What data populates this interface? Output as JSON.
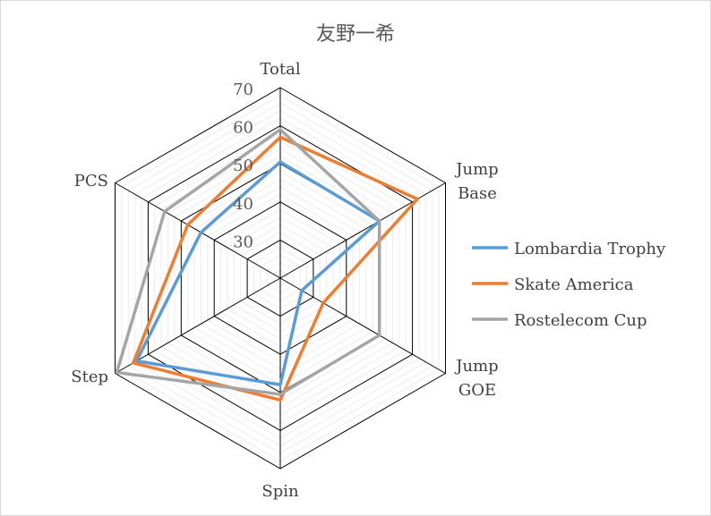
{
  "chart_data": {
    "type": "radar",
    "title": "友野一希",
    "axes": [
      "Total",
      "Jump\nBase",
      "Jump\nGOE",
      "Spin",
      "Step",
      "PCS"
    ],
    "r_range": [
      20,
      70
    ],
    "ticks": [
      30,
      40,
      50,
      60,
      70
    ],
    "grid": true,
    "legend_position": "right",
    "series": [
      {
        "name": "Lombardia Trophy",
        "color": "#5b9bd5",
        "values": [
          50.5,
          50,
          26.5,
          48,
          63.5,
          44
        ]
      },
      {
        "name": "Skate America",
        "color": "#ed7d31",
        "values": [
          57,
          61.5,
          33,
          52,
          64.5,
          48
        ]
      },
      {
        "name": "Rostelecom Cup",
        "color": "#a5a5a5",
        "values": [
          59,
          50,
          50,
          50.5,
          69.5,
          55
        ]
      }
    ]
  }
}
